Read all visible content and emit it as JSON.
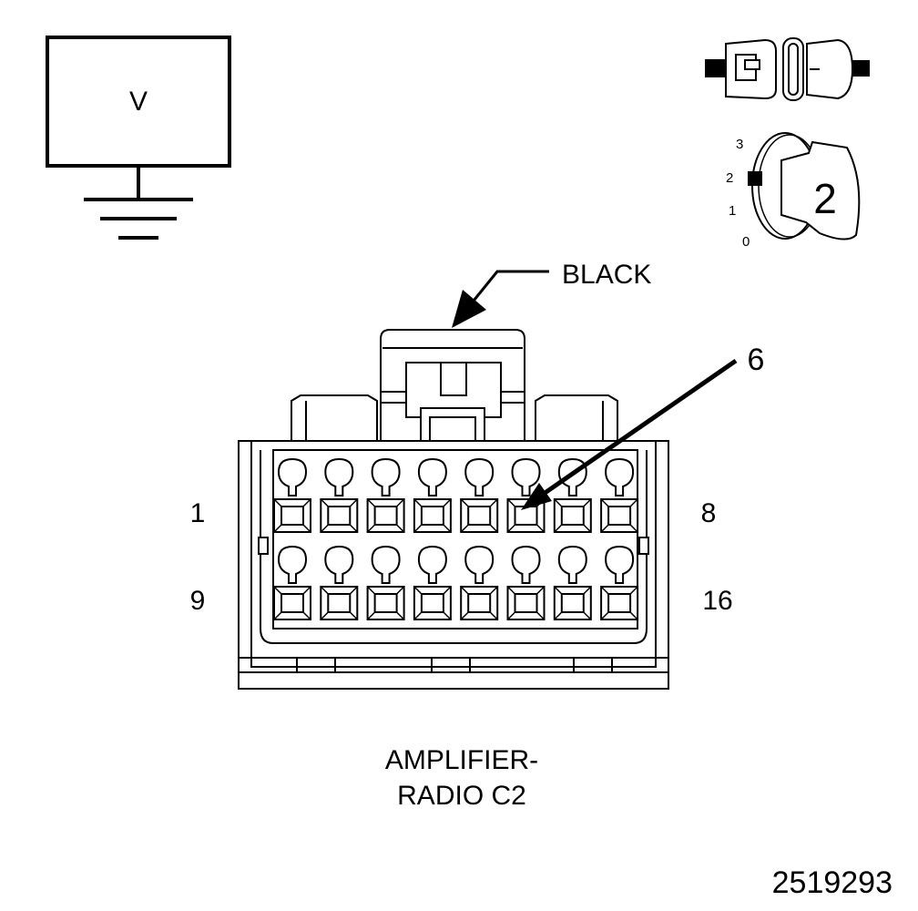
{
  "meter": {
    "label": "V"
  },
  "selector": {
    "positions": [
      "3",
      "2",
      "1",
      "0"
    ],
    "selected_value": "2"
  },
  "connector": {
    "color_label": "BLACK",
    "callout_pin": "6",
    "row_labels": {
      "top_left": "1",
      "top_right": "8",
      "bottom_left": "9",
      "bottom_right": "16"
    },
    "pins_per_row": 8,
    "rows": 2,
    "name_line1": "AMPLIFIER-",
    "name_line2": "RADIO C2"
  },
  "figure_number": "2519293"
}
